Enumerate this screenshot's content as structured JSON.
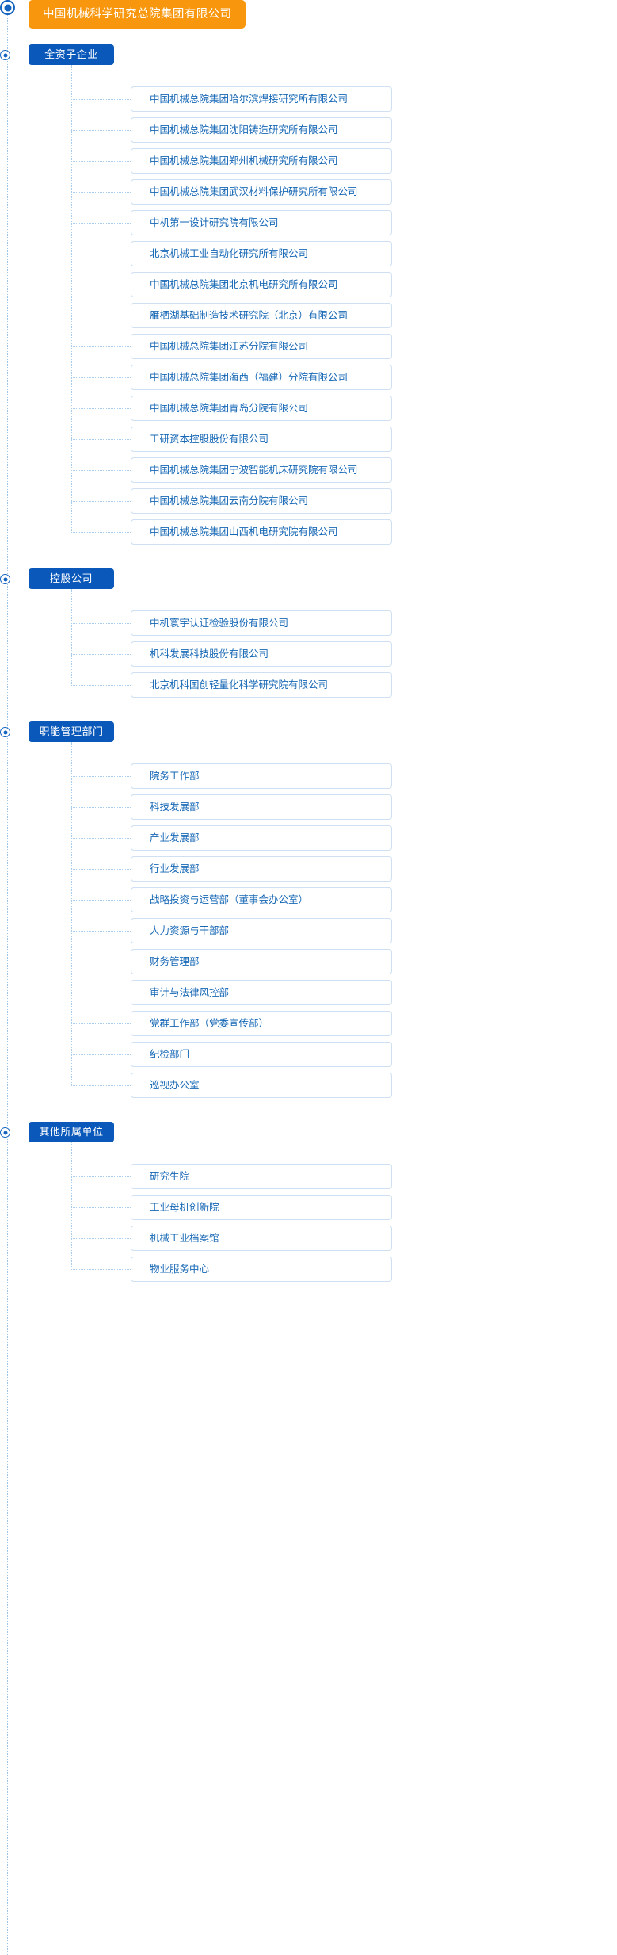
{
  "root": {
    "label": "中国机械科学研究总院集团有限公司",
    "color": "#f8970d"
  },
  "theme": {
    "section_color": "#0a59ba",
    "node_text_color": "#1667b5",
    "node_border_color": "#cfe0f2",
    "connector_color": "#a8cdec"
  },
  "sections": [
    {
      "title": "全资子企业",
      "items": [
        "中国机械总院集团哈尔滨焊接研究所有限公司",
        "中国机械总院集团沈阳铸造研究所有限公司",
        "中国机械总院集团郑州机械研究所有限公司",
        "中国机械总院集团武汉材料保护研究所有限公司",
        "中机第一设计研究院有限公司",
        "北京机械工业自动化研究所有限公司",
        "中国机械总院集团北京机电研究所有限公司",
        "雁栖湖基础制造技术研究院（北京）有限公司",
        "中国机械总院集团江苏分院有限公司",
        "中国机械总院集团海西（福建）分院有限公司",
        "中国机械总院集团青岛分院有限公司",
        "工研资本控股股份有限公司",
        "中国机械总院集团宁波智能机床研究院有限公司",
        "中国机械总院集团云南分院有限公司",
        "中国机械总院集团山西机电研究院有限公司"
      ]
    },
    {
      "title": "控股公司",
      "items": [
        "中机寰宇认证检验股份有限公司",
        "机科发展科技股份有限公司",
        "北京机科国创轻量化科学研究院有限公司"
      ]
    },
    {
      "title": "职能管理部门",
      "items": [
        "院务工作部",
        "科技发展部",
        "产业发展部",
        "行业发展部",
        "战略投资与运营部（董事会办公室）",
        "人力资源与干部部",
        "财务管理部",
        "审计与法律风控部",
        "党群工作部（党委宣传部）",
        "纪检部门",
        "巡视办公室"
      ]
    },
    {
      "title": "其他所属单位",
      "items": [
        "研究生院",
        "工业母机创新院",
        "机械工业档案馆",
        "物业服务中心"
      ]
    }
  ]
}
